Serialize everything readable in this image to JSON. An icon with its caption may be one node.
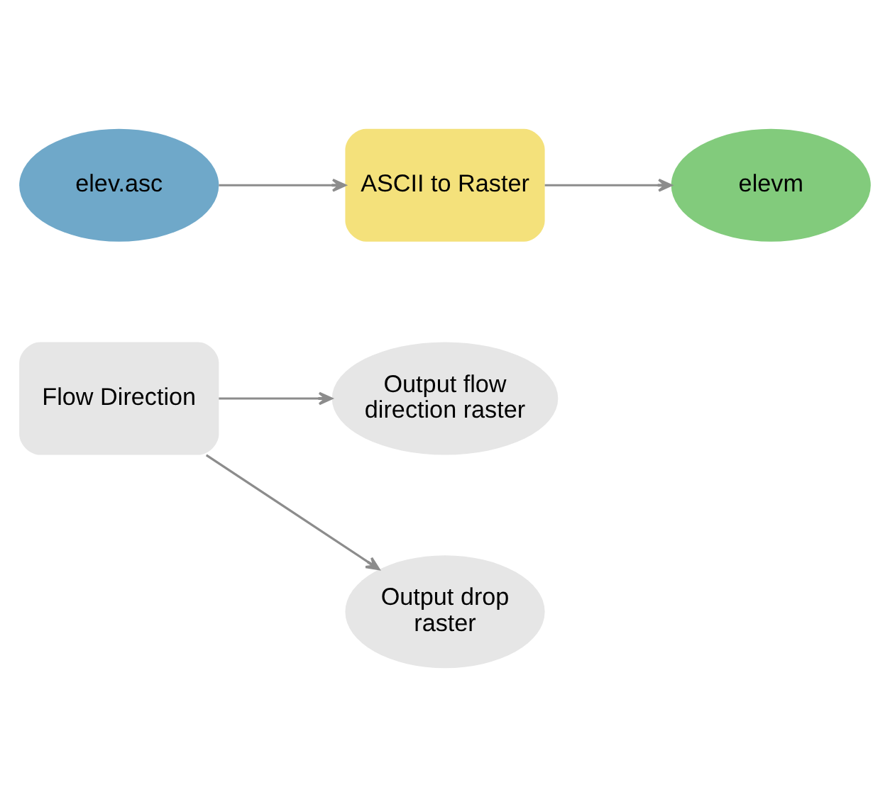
{
  "diagram": {
    "nodes": [
      {
        "text": [
          "elev.asc"
        ]
      },
      {
        "text": [
          "ASCII to Raster"
        ]
      },
      {
        "text": [
          "elevm"
        ]
      },
      {
        "text": [
          "Flow Direction"
        ]
      },
      {
        "text": [
          "Output flow direction raster"
        ]
      },
      {
        "text": [
          "Output drop raster"
        ]
      }
    ],
    "edges": [
      {
        "from": 0,
        "to": 1,
        "arrow": "to"
      },
      {
        "from": 1,
        "to": 2,
        "arrow": "to"
      },
      {
        "from": 3,
        "to": 4,
        "arrow": "to"
      },
      {
        "from": 3,
        "to": 5,
        "arrow": "to"
      }
    ]
  }
}
